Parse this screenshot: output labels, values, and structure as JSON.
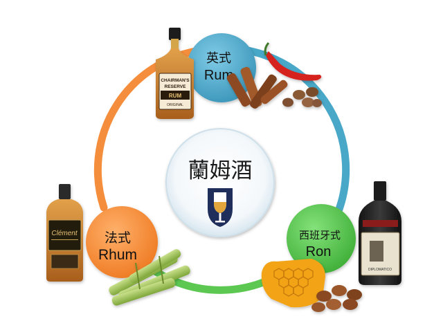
{
  "center": {
    "title": "蘭姆酒",
    "logo_icon": "wine-glass-shield-icon"
  },
  "nodes": [
    {
      "cn": "英式",
      "latin": "Rum",
      "color": "#49A8C8",
      "bottle": "Chairman's Reserve bottle",
      "ingredients": "cinnamon, chili pepper, nutmeg"
    },
    {
      "cn": "法式",
      "latin": "Rhum",
      "color": "#F58E3C",
      "bottle": "Clément bottle",
      "ingredients": "sugarcane"
    },
    {
      "cn": "西班牙式",
      "latin": "Ron",
      "color": "#5CC852",
      "bottle": "Diplomático bottle",
      "ingredients": "honeycomb, caramel"
    }
  ],
  "bottles": {
    "english": {
      "label_line1": "CHAIRMAN'S",
      "label_line2": "RESERVE",
      "label_line3": "RUM",
      "label_line4": "ORIGINAL"
    },
    "french": {
      "label_line1": "Clément"
    },
    "spanish": {
      "label_line1": "DIPLOMATICO"
    }
  },
  "colors": {
    "ring_blue": "#49A8C8",
    "ring_orange": "#F58E3C",
    "ring_green": "#5CC852",
    "logo_navy": "#1F2E5A",
    "logo_gold": "#E2A63B"
  }
}
